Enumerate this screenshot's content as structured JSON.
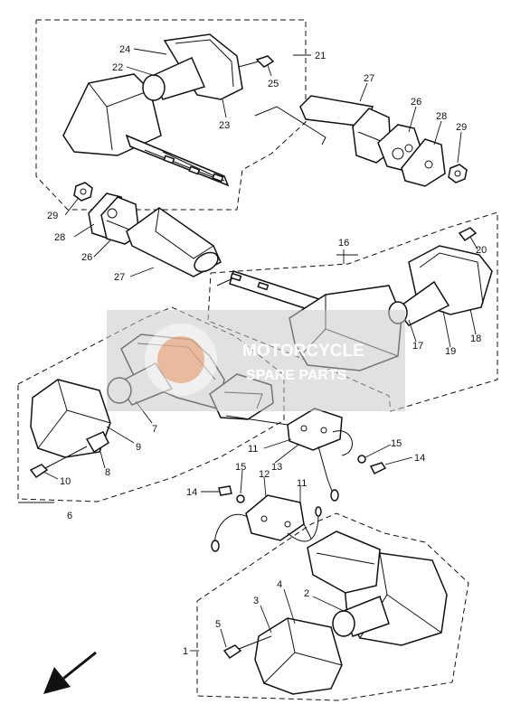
{
  "diagram": {
    "callouts": {
      "c24": "24",
      "c22": "22",
      "c21": "21",
      "c25a": "25",
      "c23": "23",
      "c27a": "27",
      "c26a": "26",
      "c28a": "28",
      "c29a": "29",
      "c29b": "29",
      "c28b": "28",
      "c26b": "26",
      "c27b": "27",
      "c16": "16",
      "c20": "20",
      "c17": "17",
      "c19": "19",
      "c18": "18",
      "c7": "7",
      "c9": "9",
      "c8": "8",
      "c10": "10",
      "c6": "6",
      "c11a": "11",
      "c13": "13",
      "c15a": "15",
      "c14a": "14",
      "c15b": "15",
      "c12": "12",
      "c11b": "11",
      "c14b": "14",
      "c4": "4",
      "c3": "3",
      "c2": "2",
      "c5": "5",
      "c1": "1"
    },
    "watermark": {
      "line1": "MOTORCYCLE",
      "line2": "SPARE PARTS"
    },
    "colors": {
      "line": "#111111",
      "watermark": "#c8c8c8",
      "watermark_accent": "#e07a3a"
    }
  }
}
